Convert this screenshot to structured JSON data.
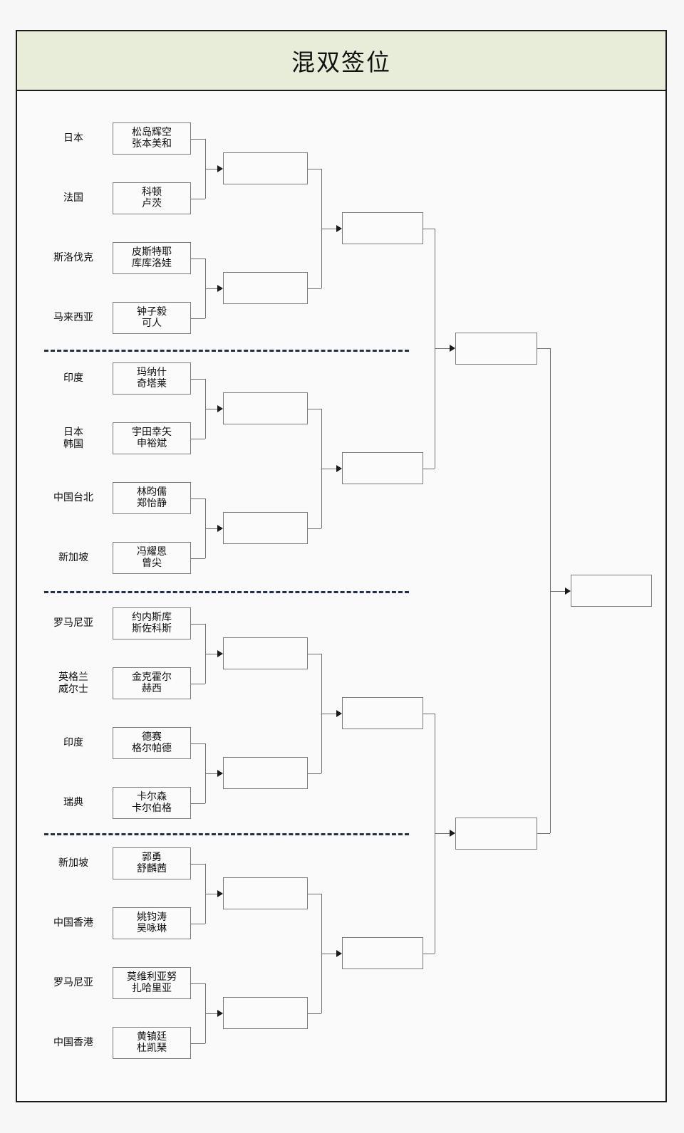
{
  "header": {
    "title": "混双签位"
  },
  "colors": {
    "header_bg": "#e8edda",
    "page_border": "#1b1b1b",
    "box_border": "#7b7b7b",
    "connector": "#6f6f6f",
    "separator": "#23304a",
    "background": "#fafafa"
  },
  "round1": [
    {
      "country": [
        "日本"
      ],
      "players": [
        "松岛辉空",
        "张本美和"
      ]
    },
    {
      "country": [
        "法国"
      ],
      "players": [
        "科顿",
        "卢茨"
      ]
    },
    {
      "country": [
        "斯洛伐克"
      ],
      "players": [
        "皮斯特耶",
        "库库洛娃"
      ]
    },
    {
      "country": [
        "马来西亚"
      ],
      "players": [
        "钟子毅",
        "可人"
      ]
    },
    {
      "country": [
        "印度"
      ],
      "players": [
        "玛纳什",
        "奇塔莱"
      ]
    },
    {
      "country": [
        "日本",
        "韩国"
      ],
      "players": [
        "宇田幸矢",
        "申裕斌"
      ]
    },
    {
      "country": [
        "中国台北"
      ],
      "players": [
        "林昀儒",
        "郑怡静"
      ]
    },
    {
      "country": [
        "新加坡"
      ],
      "players": [
        "冯耀恩",
        "曾尖"
      ]
    },
    {
      "country": [
        "罗马尼亚"
      ],
      "players": [
        "约内斯库",
        "斯佐科斯"
      ]
    },
    {
      "country": [
        "英格兰",
        "威尔士"
      ],
      "players": [
        "金克霍尔",
        "赫西"
      ]
    },
    {
      "country": [
        "印度"
      ],
      "players": [
        "德赛",
        "格尔帕德"
      ]
    },
    {
      "country": [
        "瑞典"
      ],
      "players": [
        "卡尔森",
        "卡尔伯格"
      ]
    },
    {
      "country": [
        "新加坡"
      ],
      "players": [
        "郭勇",
        "舒麟茜"
      ]
    },
    {
      "country": [
        "中国香港"
      ],
      "players": [
        "姚钧涛",
        "吴咏琳"
      ]
    },
    {
      "country": [
        "罗马尼亚"
      ],
      "players": [
        "莫维利亚努",
        "扎哈里亚"
      ]
    },
    {
      "country": [
        "中国香港"
      ],
      "players": [
        "黄镇廷",
        "杜凯琹"
      ]
    }
  ],
  "round2": [
    {
      "players": []
    },
    {
      "players": []
    },
    {
      "players": []
    },
    {
      "players": []
    },
    {
      "players": []
    },
    {
      "players": []
    },
    {
      "players": []
    },
    {
      "players": []
    }
  ],
  "round3": [
    {
      "players": []
    },
    {
      "players": []
    },
    {
      "players": []
    },
    {
      "players": []
    }
  ],
  "semifinal": [
    {
      "players": []
    },
    {
      "players": []
    }
  ],
  "final": [
    {
      "players": []
    }
  ],
  "separators": [
    {
      "label": "group-separator-1"
    },
    {
      "label": "group-separator-2"
    },
    {
      "label": "group-separator-3"
    }
  ]
}
